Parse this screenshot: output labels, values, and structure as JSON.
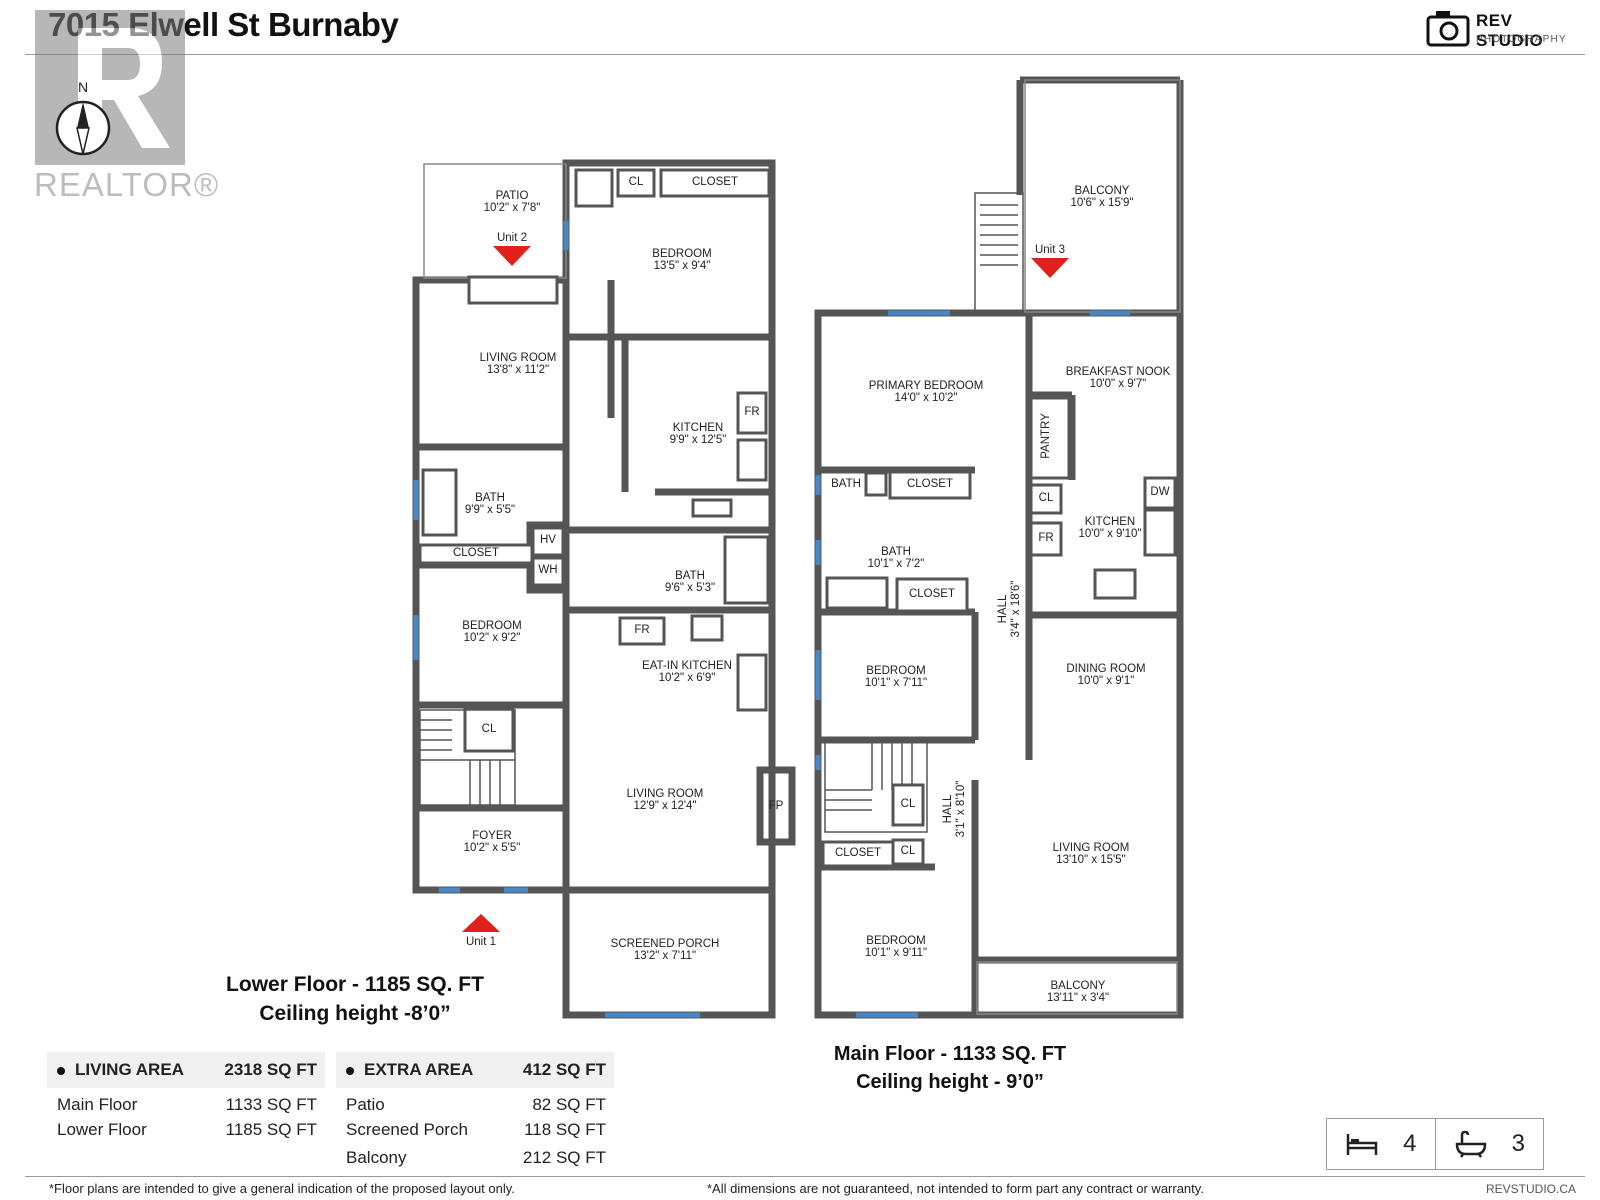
{
  "header": {
    "title": "7015 Elwell St Burnaby",
    "brand_name": "REV STUDIO",
    "brand_sub": "PHOTOGRAPHY",
    "watermark": "REALTOR®"
  },
  "compass": {
    "label": "N"
  },
  "lower_floor": {
    "rooms": [
      {
        "name": "PATIO",
        "dim": "10'2\" x 7'8\""
      },
      {
        "name": "BEDROOM",
        "dim": "13'5\" x 9'4\""
      },
      {
        "name": "LIVING ROOM",
        "dim": "13'8\" x 11'2\""
      },
      {
        "name": "KITCHEN",
        "dim": "9'9\" x 12'5\""
      },
      {
        "name": "BATH",
        "dim": "9'9\" x 5'5\""
      },
      {
        "name": "BATH",
        "dim": "9'6\" x 5'3\""
      },
      {
        "name": "BEDROOM",
        "dim": "10'2\" x 9'2\""
      },
      {
        "name": "EAT-IN KITCHEN",
        "dim": "10'2\" x 6'9\""
      },
      {
        "name": "LIVING ROOM",
        "dim": "12'9\" x 12'4\""
      },
      {
        "name": "FOYER",
        "dim": "10'2\" x 5'5\""
      },
      {
        "name": "SCREENED PORCH",
        "dim": "13'2\" x 7'11\""
      }
    ],
    "labels": {
      "cl1": "CL",
      "closet1": "CLOSET",
      "fr1": "FR",
      "closet2": "CLOSET",
      "hv": "HV",
      "wh": "WH",
      "fr2": "FR",
      "cl2": "CL",
      "fp": "FP",
      "unit1": "Unit 1",
      "unit2": "Unit 2"
    },
    "caption_line1": "Lower Floor - 1185 SQ. FT",
    "caption_line2": "Ceiling height -8’0”"
  },
  "main_floor": {
    "rooms": [
      {
        "name": "BALCONY",
        "dim": "10'6\" x 15'9\""
      },
      {
        "name": "PRIMARY BEDROOM",
        "dim": "14'0\" x 10'2\""
      },
      {
        "name": "BREAKFAST NOOK",
        "dim": "10'0\" x 9'7\""
      },
      {
        "name": "KITCHEN",
        "dim": "10'0\" x 9'10\""
      },
      {
        "name": "BATH",
        "dim": "10'1\" x 7'2\""
      },
      {
        "name": "BEDROOM",
        "dim": "10'1\" x 7'11\""
      },
      {
        "name": "DINING ROOM",
        "dim": "10'0\" x 9'1\""
      },
      {
        "name": "LIVING ROOM",
        "dim": "13'10\" x 15'5\""
      },
      {
        "name": "BEDROOM",
        "dim": "10'1\" x 9'11\""
      },
      {
        "name": "BALCONY",
        "dim": "13'11\" x 3'4\""
      }
    ],
    "labels": {
      "bath_small": "BATH",
      "closet_a": "CLOSET",
      "closet_b": "CLOSET",
      "closet_c": "CLOSET",
      "cl_a": "CL",
      "cl_b": "CL",
      "cl_c": "CL",
      "fr": "FR",
      "dw": "DW",
      "pantry": "PANTRY",
      "hall1": "HALL",
      "hall1_dim": "3'4\" x 18'6\"",
      "hall2": "HALL",
      "hall2_dim": "3'1\" x 8'10\"",
      "unit3": "Unit 3"
    },
    "caption_line1": "Main Floor - 1133 SQ. FT",
    "caption_line2": "Ceiling height - 9’0”"
  },
  "living_area": {
    "header_label": "LIVING AREA",
    "header_value": "2318 SQ FT",
    "rows": [
      {
        "label": "Main Floor",
        "value": "1133 SQ FT"
      },
      {
        "label": "Lower Floor",
        "value": "1185 SQ FT"
      }
    ]
  },
  "extra_area": {
    "header_label": "EXTRA AREA",
    "header_value": "412 SQ FT",
    "rows": [
      {
        "label": "Patio",
        "value": "82 SQ FT"
      },
      {
        "label": "Screened Porch",
        "value": "118 SQ FT"
      },
      {
        "label": "Balcony",
        "value": "212 SQ FT"
      }
    ]
  },
  "stats": {
    "beds": "4",
    "baths": "3"
  },
  "footer": {
    "left": "*Floor plans are intended to give a general indication of the proposed layout only.",
    "center": "*All dimensions are not guaranteed, not intended to form part any contract or warranty.",
    "right": "REVSTUDIO.CA"
  },
  "colors": {
    "wall": "#555555",
    "marker": "#e0201a",
    "window": "#4a86c5"
  }
}
